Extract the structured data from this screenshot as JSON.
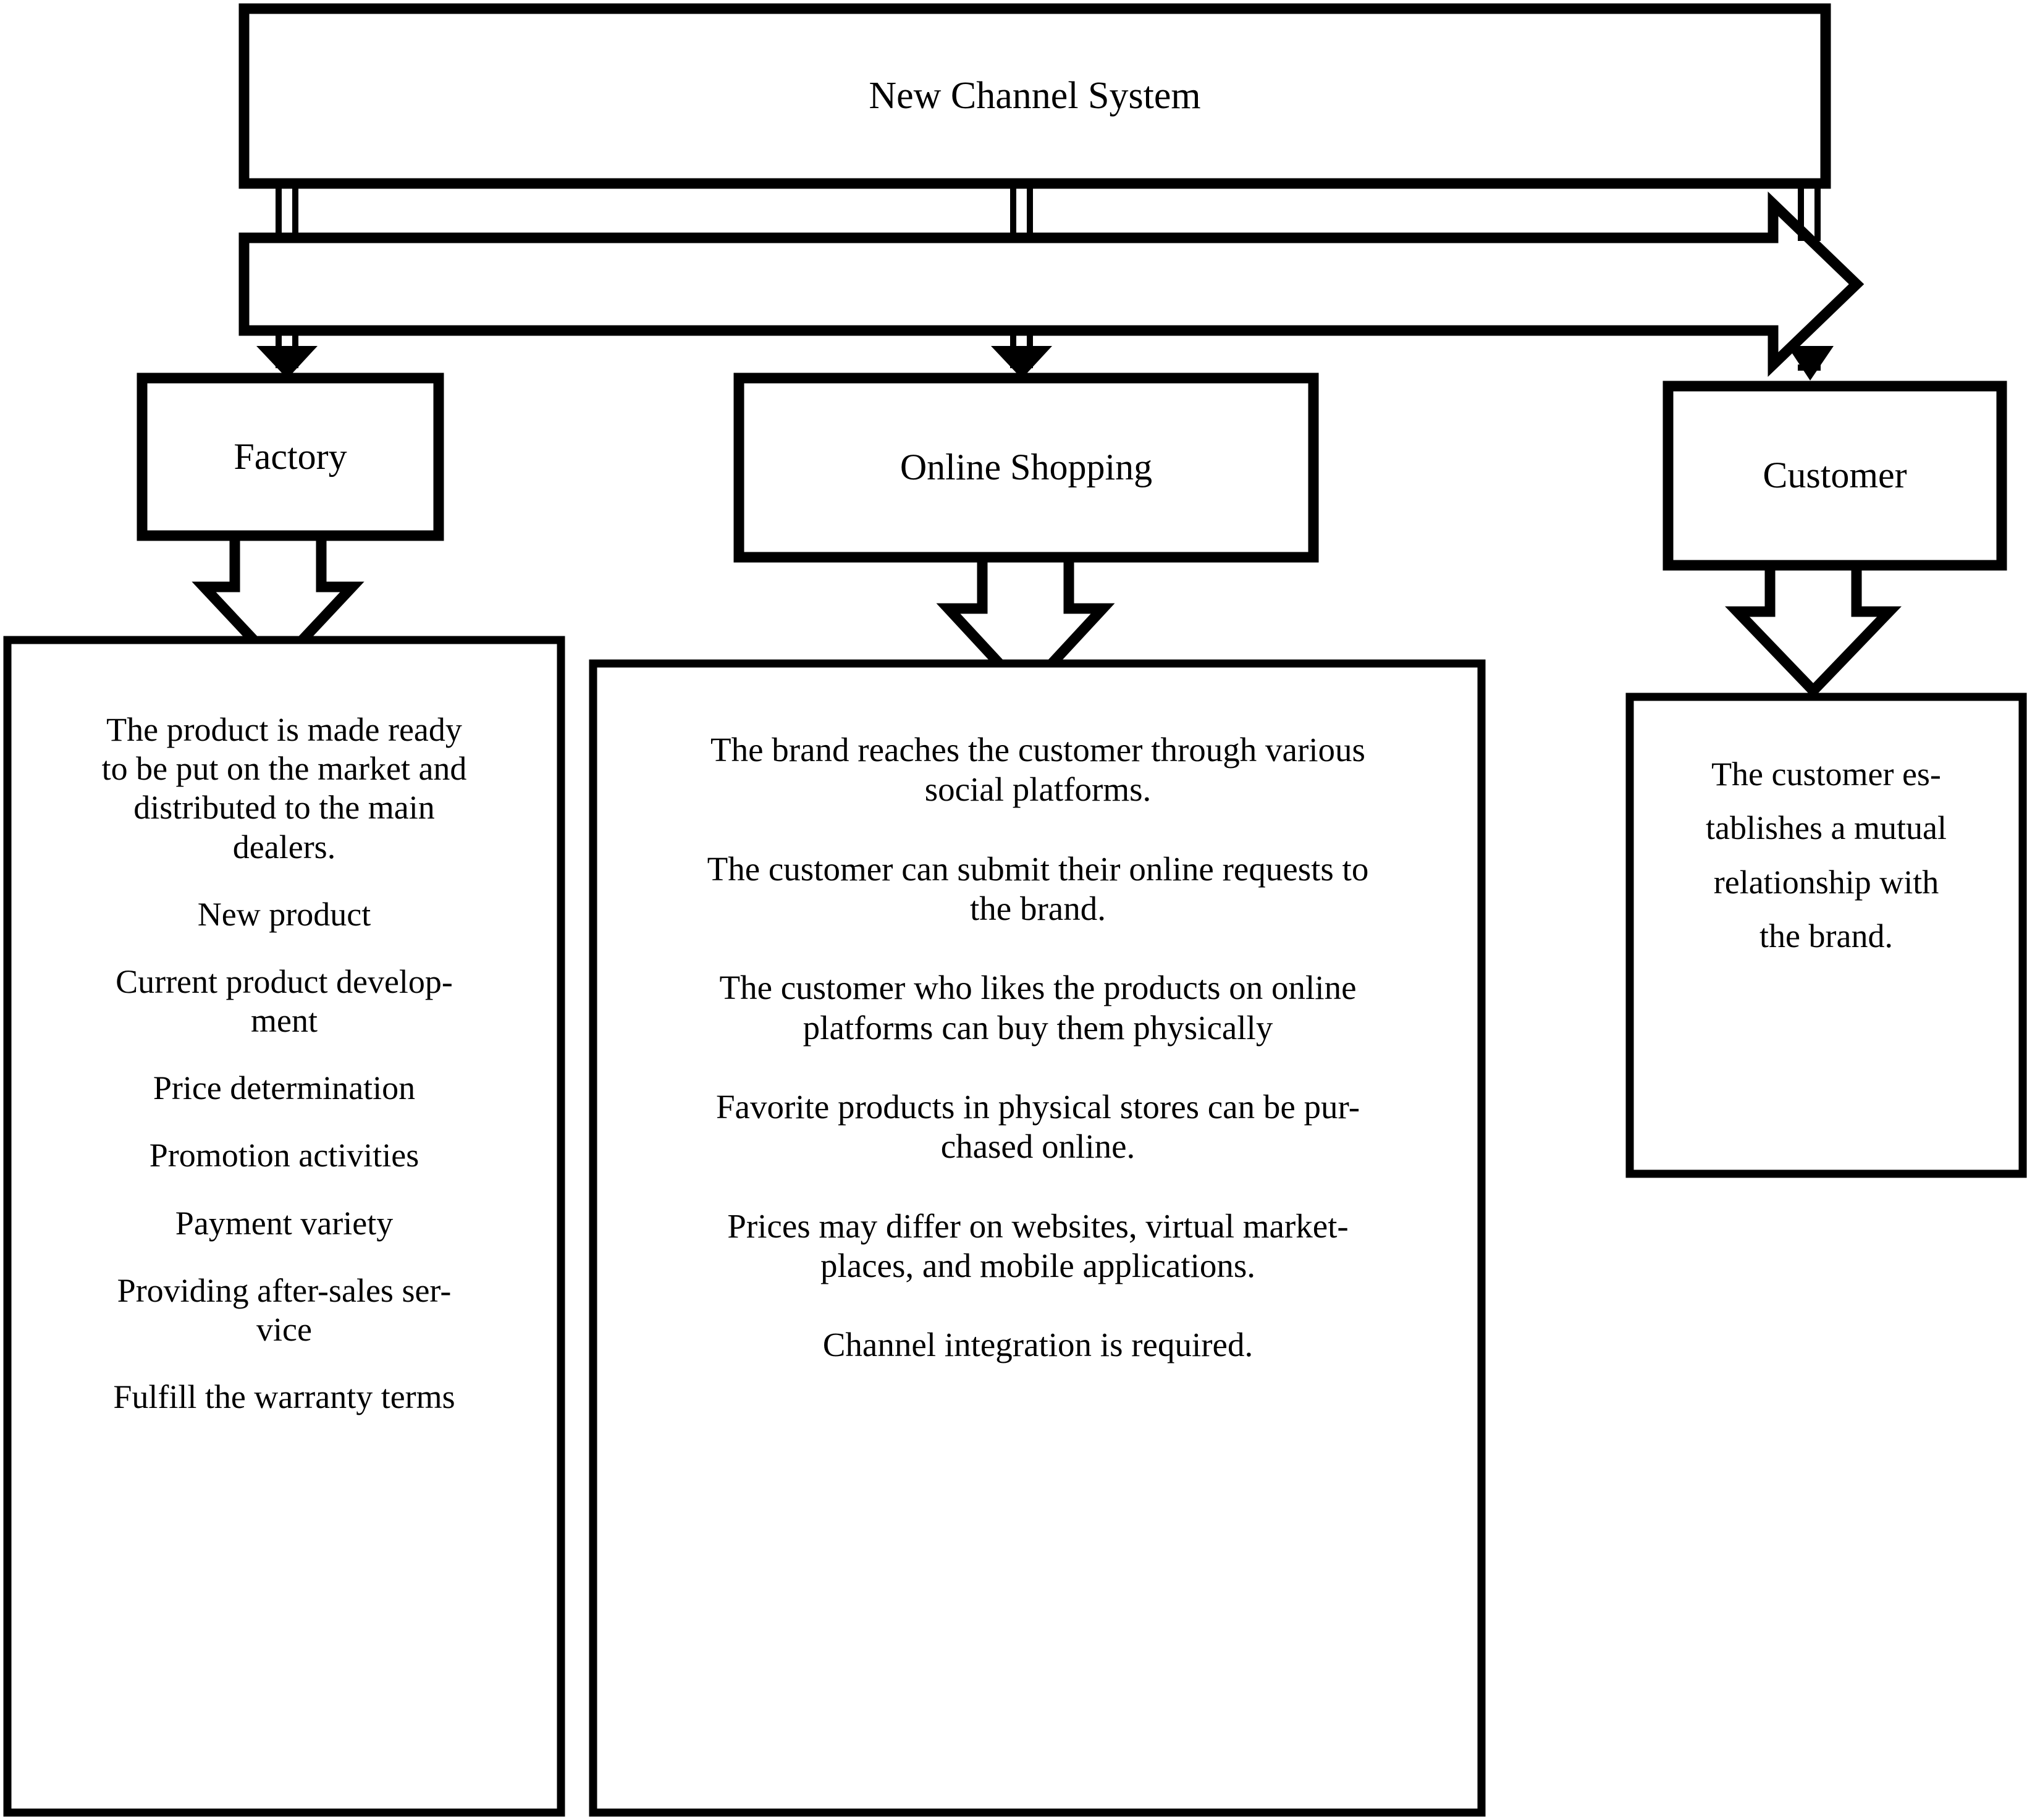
{
  "diagram": {
    "type": "flowchart",
    "title_box": {
      "label": "New Channel System"
    },
    "distribution_arrow": {
      "name": "broad-horizontal-arrow",
      "direction": "right"
    },
    "tiers": [
      {
        "key": "factory",
        "label": "Factory",
        "details": [
          "The product is made ready\nto be put on the market and\ndistributed to the main\ndealers.",
          "New product",
          "Current product develop-\nment",
          "Price determination",
          "Promotion activities",
          "Payment variety",
          "Providing after-sales ser-\nvice",
          "Fulfill the warranty terms"
        ]
      },
      {
        "key": "online-shopping",
        "label": "Online Shopping",
        "details": [
          "The brand reaches the customer through various\nsocial platforms.",
          "The customer can submit their online requests to\nthe brand.",
          "The customer who likes the products on online\nplatforms can buy them physically",
          "Favorite products in physical stores can be pur-\nchased online.",
          "Prices may differ on websites, virtual market-\nplaces, and mobile applications.",
          "Channel integration is required."
        ]
      },
      {
        "key": "customer",
        "label": "Customer",
        "details": [
          "The customer es-\ntablishes a mutual\nrelationship with\nthe brand."
        ]
      }
    ],
    "colors": {
      "stroke": "#000000",
      "fill": "#ffffff",
      "text": "#000000"
    }
  }
}
